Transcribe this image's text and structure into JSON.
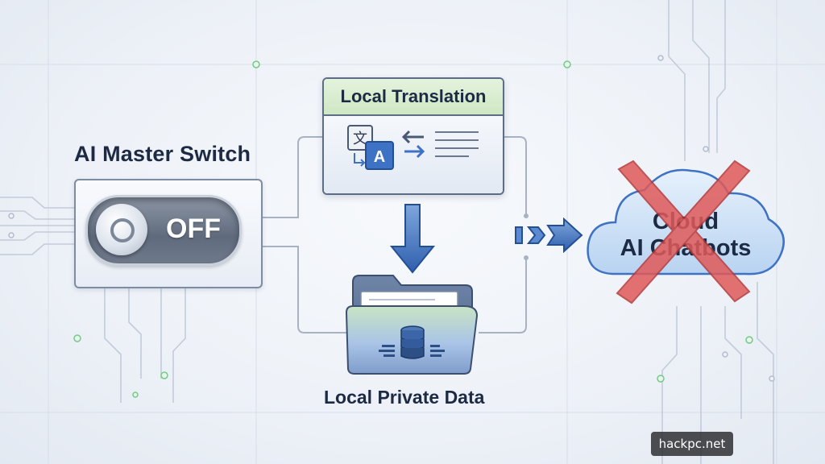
{
  "switch": {
    "title": "AI Master Switch",
    "state_label": "OFF"
  },
  "translation": {
    "title": "Local Translation",
    "glyph_source": "文",
    "glyph_target": "A"
  },
  "private_data": {
    "label": "Local Private Data"
  },
  "cloud": {
    "line1": "Cloud",
    "line2": "AI Chatbots"
  },
  "watermark": "hackpc.net",
  "icons": [
    "toggle-switch-icon",
    "translate-icon",
    "swap-arrows-icon",
    "text-lines-icon",
    "down-arrow-icon",
    "folder-icon",
    "database-icon",
    "chevron-arrows-icon",
    "cloud-icon",
    "red-cross-icon"
  ],
  "colors": {
    "accent_blue": "#3d72c4",
    "cloud_fill": "#cfe3f7",
    "cross_red": "#d84a4a",
    "header_green": "#d6ecca",
    "dark_text": "#1c2a44"
  }
}
